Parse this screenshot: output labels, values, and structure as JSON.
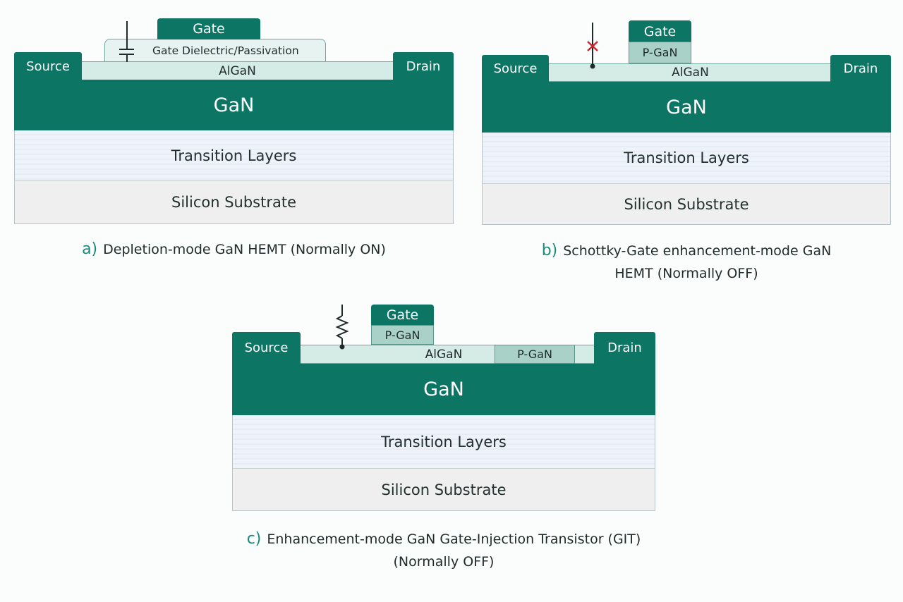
{
  "colors": {
    "teal": "#0c7563",
    "algan": "#d5ebe6",
    "pgan": "#a9d1c8",
    "transition": "#eef2f9",
    "substrate": "#efefef",
    "caption_letter": "#1a8a7a",
    "red_x": "#d2232a"
  },
  "diagram_a": {
    "gate": "Gate",
    "dielectric": "Gate Dielectric/Passivation",
    "source": "Source",
    "drain": "Drain",
    "algan": "AlGaN",
    "gan": "GaN",
    "transition": "Transition Layers",
    "substrate": "Silicon Substrate",
    "symbol": "capacitor-icon",
    "caption_letter": "a)",
    "caption_line1": "Depletion-mode GaN HEMT  (Normally ON)"
  },
  "diagram_b": {
    "gate": "Gate",
    "pgan": "P-GaN",
    "source": "Source",
    "drain": "Drain",
    "algan": "AlGaN",
    "gan": "GaN",
    "transition": "Transition Layers",
    "substrate": "Silicon Substrate",
    "symbol": "schottky-cross-icon",
    "caption_letter": "b)",
    "caption_line1": "Schottky-Gate enhancement-mode GaN",
    "caption_line2": "HEMT  (Normally OFF)"
  },
  "diagram_c": {
    "gate": "Gate",
    "pgan_gate": "P-GaN",
    "pgan_drain": "P-GaN",
    "source": "Source",
    "drain": "Drain",
    "algan": "AlGaN",
    "gan": "GaN",
    "transition": "Transition Layers",
    "substrate": "Silicon Substrate",
    "symbol": "resistor-icon",
    "caption_letter": "c)",
    "caption_line1": "Enhancement-mode GaN Gate-Injection Transistor (GIT)",
    "caption_line2": "(Normally OFF)"
  }
}
